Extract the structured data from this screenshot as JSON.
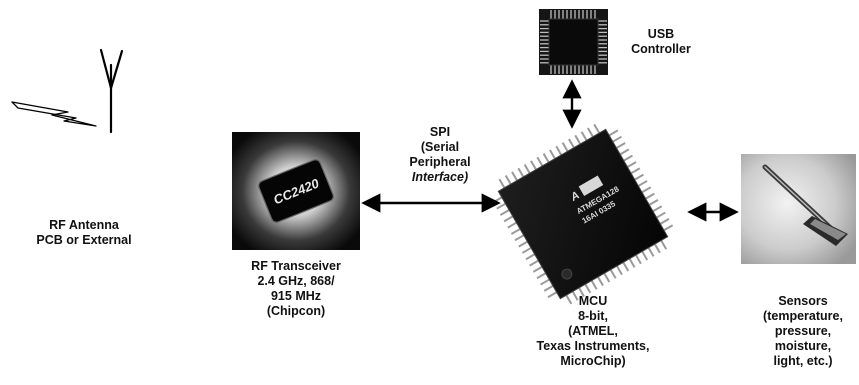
{
  "antenna": {
    "label_lines": [
      "RF Antenna",
      "PCB or External"
    ]
  },
  "transceiver": {
    "chip_marking": "CC2420",
    "label_lines": [
      "RF Transceiver",
      "2.4 GHz,  868/",
      "915 MHz",
      "(Chipcon)"
    ]
  },
  "spi": {
    "label_lines": [
      "SPI",
      "(Serial",
      "Peripheral",
      "Interface)"
    ]
  },
  "mcu": {
    "chip_marking_lines": [
      "ATMEGA128",
      "16AI  0335"
    ],
    "label_lines": [
      "MCU",
      "8-bit,",
      "(ATMEL,",
      "Texas Instruments,",
      "MicroChip)"
    ]
  },
  "usb": {
    "label_lines": [
      "USB",
      "Controller"
    ]
  },
  "sensors": {
    "label_lines": [
      "Sensors",
      "(temperature,",
      "pressure,",
      "moisture,",
      "light, etc.)"
    ]
  }
}
